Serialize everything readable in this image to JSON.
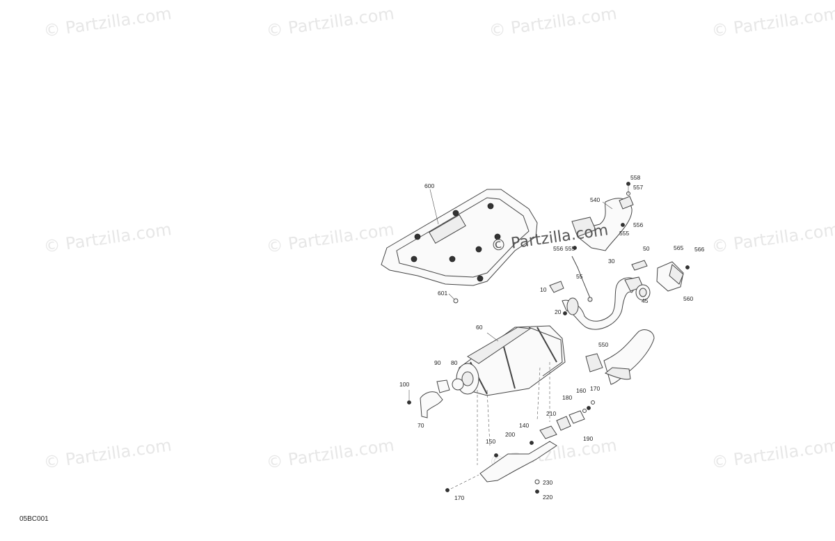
{
  "watermark": "© Partzilla.com",
  "center_watermark": "© Partzilla.com",
  "diagram_code": "05BC001",
  "callouts": [
    "600",
    "601",
    "60",
    "540",
    "558",
    "557",
    "556",
    "555",
    "556",
    "555",
    "55",
    "10",
    "20",
    "30",
    "50",
    "45",
    "565",
    "566",
    "560",
    "550",
    "90",
    "80",
    "100",
    "70",
    "170",
    "160",
    "180",
    "210",
    "140",
    "200",
    "190",
    "150",
    "230",
    "220",
    "170"
  ]
}
